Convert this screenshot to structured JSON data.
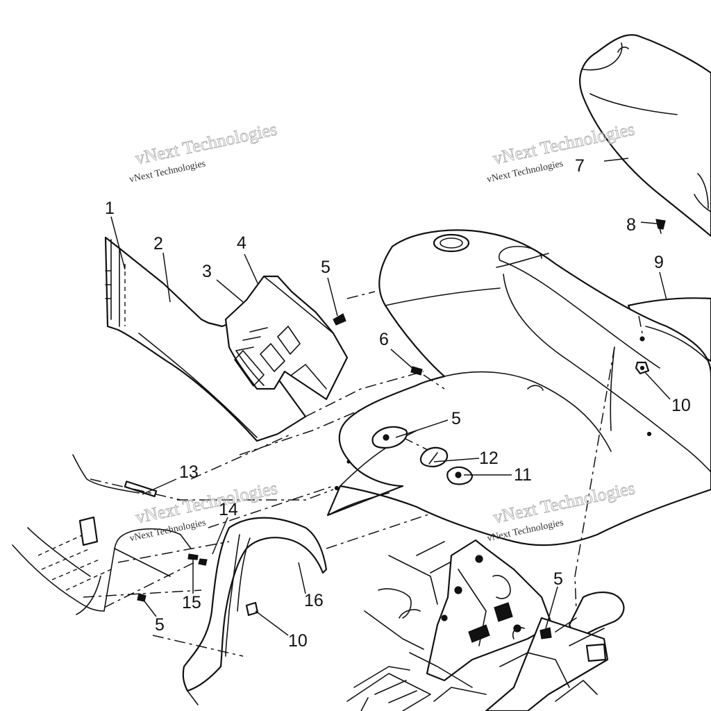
{
  "diagram": {
    "callouts": [
      "1",
      "2",
      "3",
      "4",
      "5",
      "6",
      "5",
      "7",
      "8",
      "9",
      "10",
      "12",
      "11",
      "13",
      "14",
      "15",
      "5",
      "16",
      "10",
      "5"
    ],
    "watermarks": [
      {
        "small": "vNext Technologies",
        "large": "vNext Technologies"
      },
      {
        "small": "vNext Technologies",
        "large": "vNext Technologies"
      },
      {
        "small": "vNext Technologies",
        "large": "vNext Technologies"
      },
      {
        "small": "vNext Technologies",
        "large": "vNext Technologies"
      }
    ]
  },
  "colors": {
    "ink": "#111111",
    "background": "#ffffff",
    "watermark_outline": "#b8b8b8"
  }
}
